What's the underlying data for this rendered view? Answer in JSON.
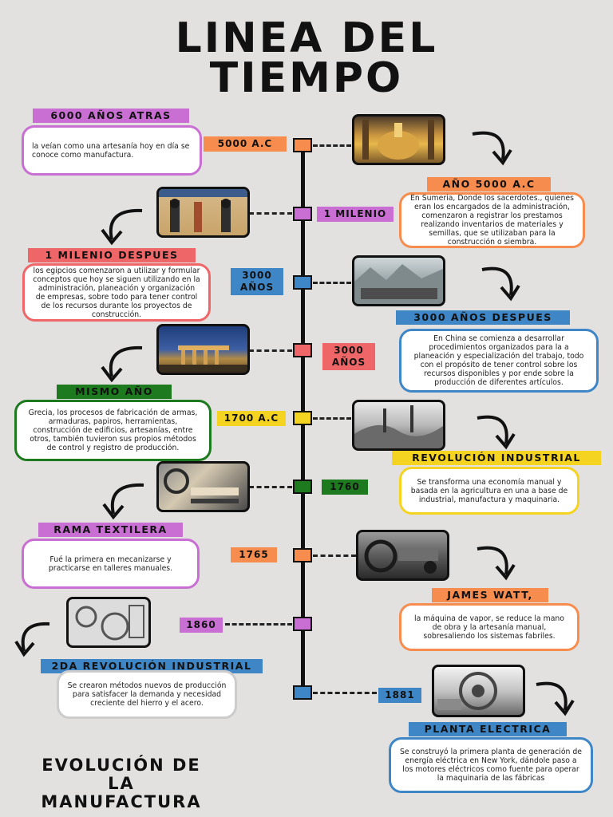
{
  "title": {
    "line1": "LINEA DEL",
    "line2": "TIEMPO"
  },
  "footer": {
    "line1": "EVOLUCIÓN DE",
    "line2": "LA",
    "line3": "MANUFACTURA"
  },
  "colors": {
    "orange": "#f68d4e",
    "purple": "#c96fd4",
    "blue": "#3f86c6",
    "red": "#ef6668",
    "yellow": "#f5d321",
    "green": "#1d7a1f",
    "background": "#e3e1e0"
  },
  "events": [
    {
      "date": "5000 A.C",
      "heading": "6000 AÑOS ATRAS",
      "text": "la veían como una artesanía hoy en día se conoce como manufactura.",
      "color": "orange",
      "image": "religious-altar-photo"
    },
    {
      "date": "1 MILENIO",
      "heading": "AÑO 5000 A.C",
      "text": "En Sumeria, Donde los sacerdotes., quienes eran los encargados de la administración, comenzaron a registrar los prestamos realizando inventarios de materiales y semillas, que se utilizaban para la construcción o siembra.",
      "color": "purple",
      "image": "egyptian-painting-photo"
    },
    {
      "date": "3000 AÑOS",
      "heading": "1 MILENIO DESPUES",
      "text": "los egipcios comenzaron a utilizar y formular conceptos que hoy se siguen utilizando en la administración, planeación y organización de empresas, sobre todo para tener control de los recursos durante los proyectos de construcción.",
      "color": "blue",
      "image": "chinese-landscape-photo"
    },
    {
      "date": "3000 AÑOS",
      "heading": "3000 AÑOS DESPUES",
      "text": "En China se comienza a desarrollar procedimientos organizados para la a planeación y especialización del trabajo, todo con el propósito de tener control sobre los recursos disponibles y por ende sobre la producción de diferentes artículos.",
      "color": "red",
      "image": "greek-temple-photo"
    },
    {
      "date": "1700 A.C",
      "heading": "MISMO AÑO",
      "text": "Grecia, los procesos de fabricación de armas, armaduras, papiros, herramientas, construcción de edificios, artesanías, entre otros, también tuvieron sus propios métodos de control y registro de producción.",
      "color": "yellow",
      "image": "industrial-engraving-photo"
    },
    {
      "date": "1760",
      "heading": "REVOLUCIÓN INDUSTRIAL",
      "text": "Se transforma una economía manual y basada en la agricultura en una a base de industrial, manufactura y maquinaria.",
      "color": "green",
      "image": "textile-machine-photo"
    },
    {
      "date": "1765",
      "heading": "RAMA TEXTILERA",
      "text": "Fué la primera en mecanizarse y practicarse en talleres manuales.",
      "color": "orange",
      "image": "steam-engine-photo"
    },
    {
      "date": "",
      "heading": "JAMES WATT,",
      "text": "la máquina de vapor, se reduce la mano de obra y la artesanía manual, sobresaliendo los sistemas fabriles.",
      "color": "orange",
      "image": ""
    },
    {
      "date": "1860",
      "heading": "2DA REVOLUCIÓN INDUSTRIAL",
      "text": "Se crearon métodos nuevos de producción para satisfacer la demanda y necesidad creciente del hierro y el acero.",
      "color": "purple",
      "image": "factory-sketch-photo"
    },
    {
      "date": "1881",
      "heading": "PLANTA ELECTRICA",
      "text": "Se construyó la primera planta de generación de energía eléctrica en New York, dándole paso a los motores eléctricos como fuente para operar la maquinaria de las fábricas",
      "color": "blue",
      "image": "electric-motor-photo"
    }
  ]
}
